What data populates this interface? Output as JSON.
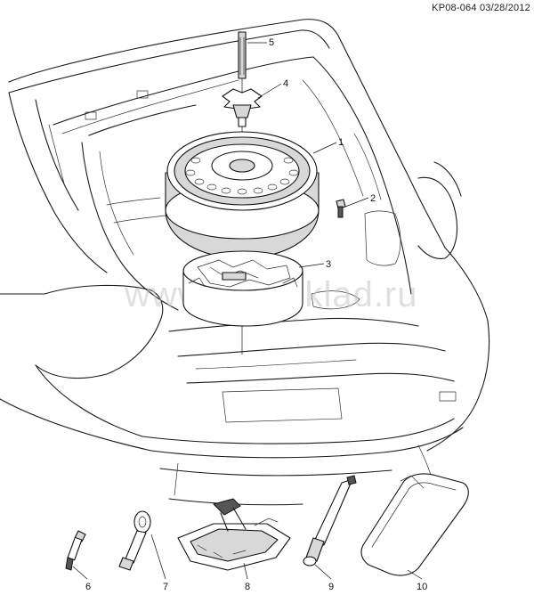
{
  "header": {
    "reference": "KP08-064 03/28/2012"
  },
  "watermark": {
    "text": "www.elgeuklad.ru"
  },
  "callouts": [
    {
      "number": "1"
    },
    {
      "number": "2"
    },
    {
      "number": "3"
    },
    {
      "number": "4"
    },
    {
      "number": "5"
    },
    {
      "number": "6"
    },
    {
      "number": "7"
    },
    {
      "number": "8"
    },
    {
      "number": "9"
    },
    {
      "number": "10"
    }
  ],
  "colors": {
    "line": "#1a1a1a",
    "part_fill": "#ffffff",
    "shade": "#d8d8d8",
    "watermark": "#c8c8c8"
  }
}
